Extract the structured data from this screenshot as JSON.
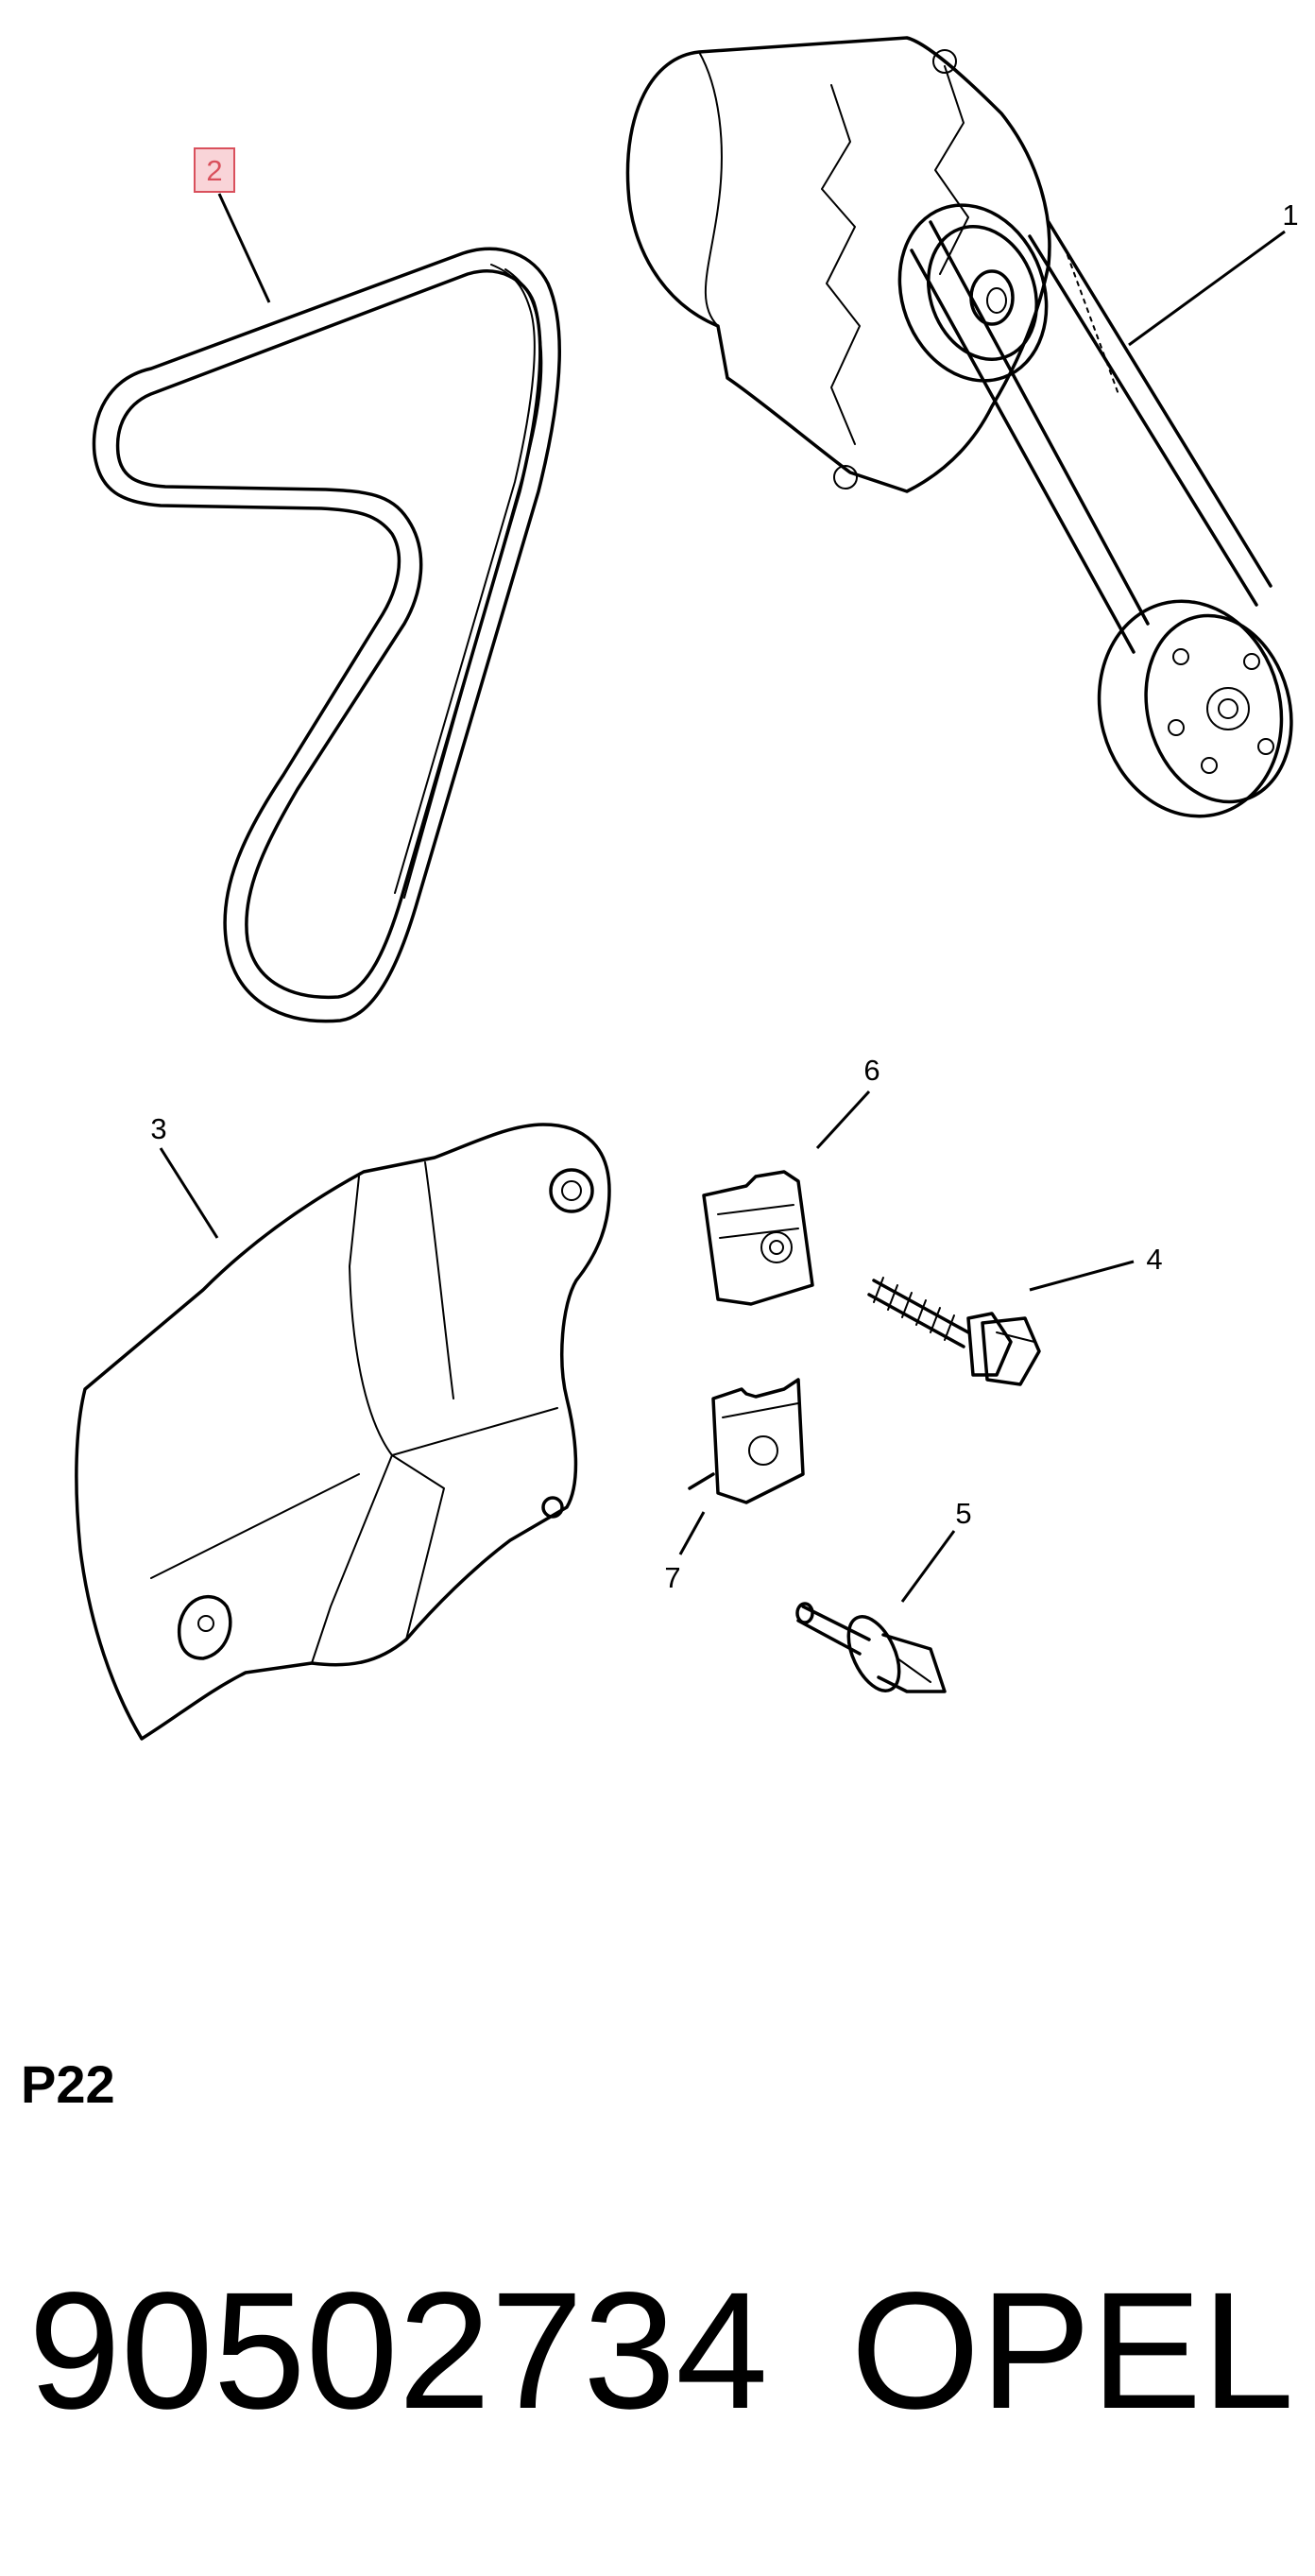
{
  "diagram": {
    "callouts": [
      {
        "id": "1",
        "label": "1",
        "highlighted": false
      },
      {
        "id": "2",
        "label": "2",
        "highlighted": true
      },
      {
        "id": "3",
        "label": "3",
        "highlighted": false
      },
      {
        "id": "4",
        "label": "4",
        "highlighted": false
      },
      {
        "id": "5",
        "label": "5",
        "highlighted": false
      },
      {
        "id": "6",
        "label": "6",
        "highlighted": false
      },
      {
        "id": "7",
        "label": "7",
        "highlighted": false
      }
    ],
    "highlight_colors": {
      "fill": "#f9d4d8",
      "stroke": "#d9505c"
    }
  },
  "page_code": "P22",
  "part_number": "90502734",
  "brand": "OPEL"
}
